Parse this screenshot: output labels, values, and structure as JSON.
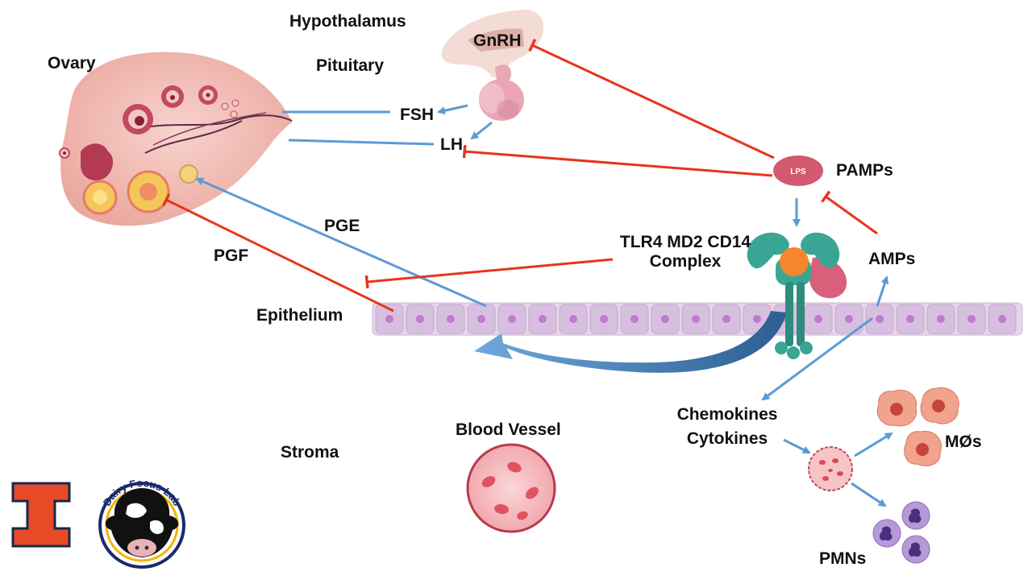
{
  "labels": {
    "hypothalamus": "Hypothalamus",
    "pituitary": "Pituitary",
    "gnrh": "GnRH",
    "ovary": "Ovary",
    "fsh": "FSH",
    "lh": "LH",
    "lps": "LPS",
    "pamps": "PAMPs",
    "pge": "PGE",
    "pgf": "PGF",
    "tlr4_line1": "TLR4 MD2 CD14",
    "tlr4_line2": "Complex",
    "amps": "AMPs",
    "epithelium": "Epithelium",
    "blood_vessel": "Blood Vessel",
    "stroma": "Stroma",
    "chemokines": "Chemokines",
    "cytokines": "Cytokines",
    "macrophages": "MØs",
    "pmns": "PMNs"
  },
  "logo": {
    "lab_name": "Dairy Focus Lab"
  },
  "colors": {
    "activation": "#5b9bd5",
    "inhibition": "#e8341c",
    "illinois_orange": "#e84a27",
    "illinois_blue": "#13294b",
    "epithelium": "#e6d6ea",
    "tlr_teal": "#3aa594",
    "lps": "#d2596e"
  },
  "icons": [
    "hypothalamus-pituitary-icon",
    "ovary-icon",
    "lps-icon",
    "tlr4-receptor-icon",
    "blood-vessel-icon",
    "macrophage-icon",
    "pmn-icon",
    "illinois-logo-icon",
    "cow-logo-icon"
  ]
}
